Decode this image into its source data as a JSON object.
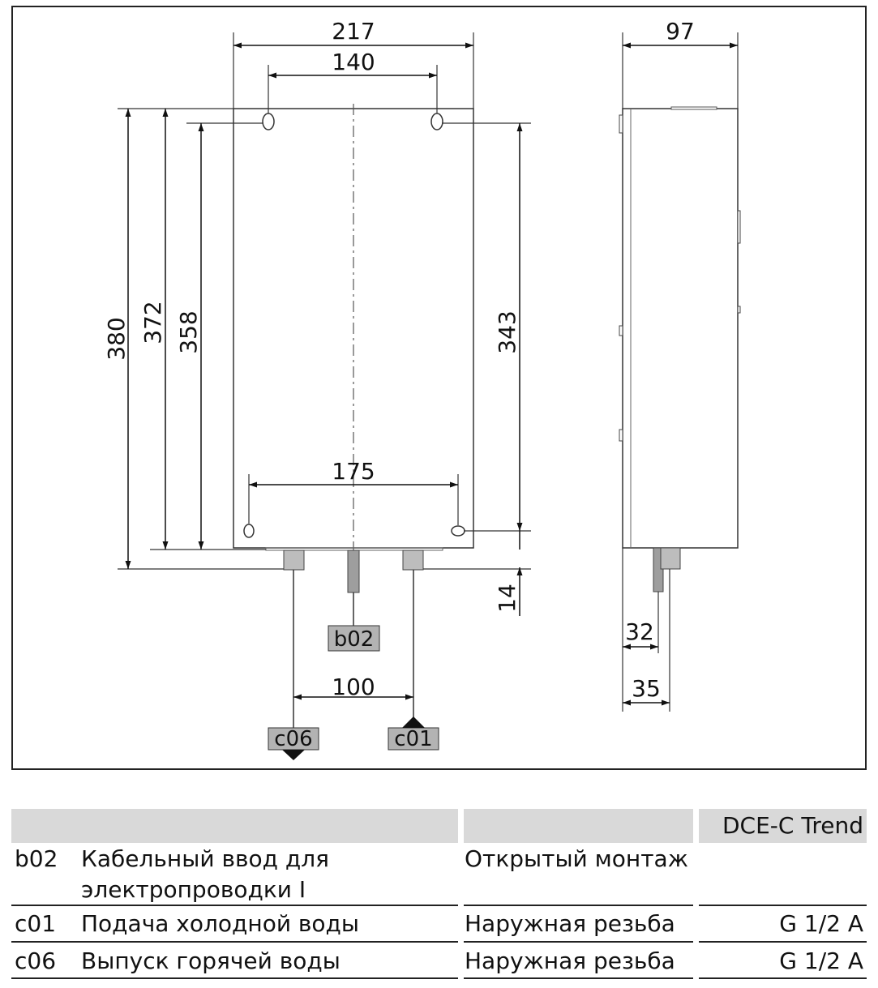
{
  "diagram": {
    "dimensions": {
      "front_width": "217",
      "top_hole_spacing": "140",
      "bottom_hole_spacing": "175",
      "height_total": "380",
      "height_body": "372",
      "height_to_top_holes": "358",
      "hole_to_hole_vertical": "343",
      "connection_offset": "14",
      "connection_spacing": "100",
      "depth": "97",
      "depth_to_cable": "32",
      "depth_to_pipe": "35"
    },
    "labels": {
      "cable_entry": "b02",
      "hot_water": "c06",
      "cold_water": "c01"
    }
  },
  "legend": {
    "model": "DCE-C Trend",
    "rows": [
      {
        "code": "b02",
        "desc_line1": "Кабельный ввод для",
        "desc_line2": "электропроводки I",
        "type": "Открытый монтаж",
        "value": ""
      },
      {
        "code": "c01",
        "desc_line1": "Подача холодной воды",
        "desc_line2": "",
        "type": "Наружная резьба",
        "value": "G 1/2 A"
      },
      {
        "code": "c06",
        "desc_line1": "Выпуск горячей воды",
        "desc_line2": "",
        "type": "Наружная резьба",
        "value": "G 1/2 A"
      }
    ]
  }
}
